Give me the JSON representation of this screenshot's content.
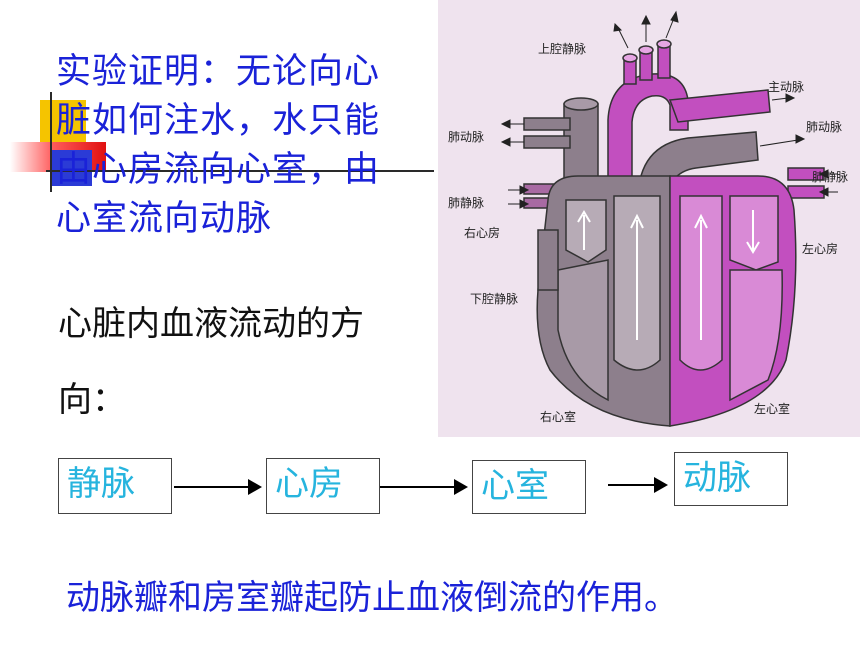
{
  "intro_text": "实验证明：无论向心脏如何注水，水只能由心房流向心室，由心室流向动脉",
  "heading_text": "心脏内血液流动的方向：",
  "flow": [
    "静脉",
    "心房",
    "心室",
    "动脉"
  ],
  "footer_text": "动脉瓣和房室瓣起防止血液倒流的作用。",
  "diagram": {
    "labels": {
      "superior_vena_cava": "上腔静脉",
      "aorta": "主动脉",
      "pulmonary_artery_left": "肺动脉",
      "pulmonary_artery_right": "肺动脉",
      "pulmonary_vein_left": "肺静脉",
      "pulmonary_vein_right": "肺静脉",
      "right_atrium": "右心房",
      "left_atrium": "左心房",
      "inferior_vena_cava": "下腔静脉",
      "right_ventricle": "右心室",
      "left_ventricle": "左心室"
    }
  },
  "colors": {
    "title_blue": "#1a22d8",
    "flow_text": "#26b4de",
    "venous_gray": "#8d7f8c",
    "arterial_magenta": "#c24fbf",
    "diagram_bg": "#efe3ee"
  }
}
